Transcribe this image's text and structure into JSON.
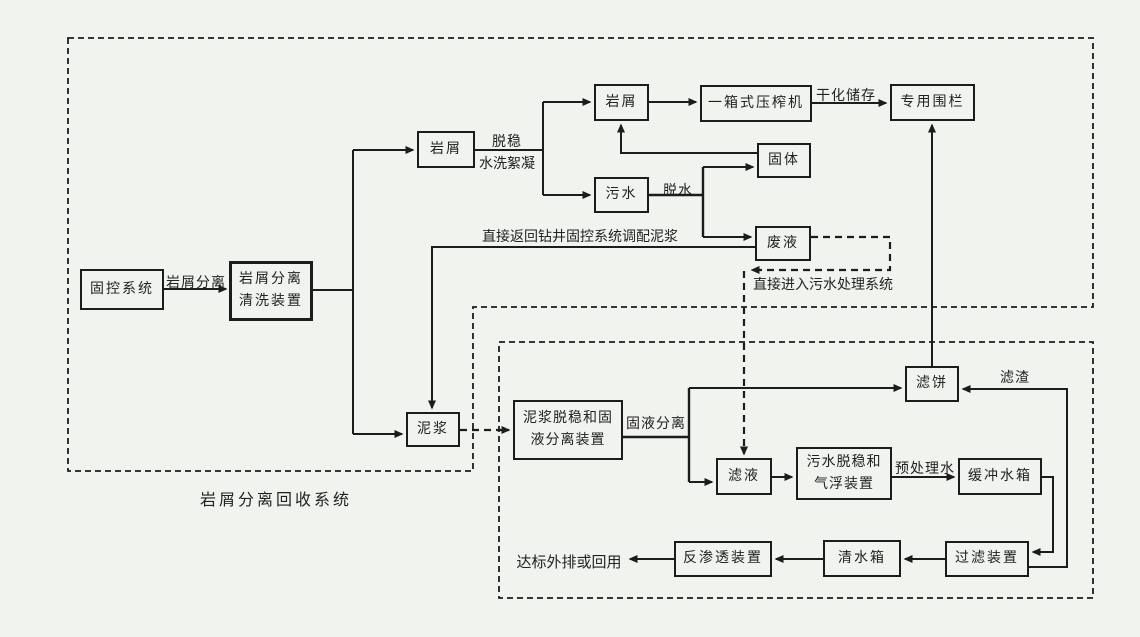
{
  "diagram": {
    "colors": {
      "background": "#f0f3ee",
      "line": "#1c1c1c",
      "text": "#222222"
    },
    "regions": {
      "outer_title": "岩屑分离回收系统"
    },
    "nodes": {
      "solid_control_system": {
        "label": "固控系统"
      },
      "cuttings_washing": {
        "lines": [
          "岩屑分离",
          "清洗装置"
        ]
      },
      "cuttings_1": {
        "label": "岩屑"
      },
      "cuttings_2": {
        "label": "岩屑"
      },
      "box_press": {
        "label": "一箱式压榨机"
      },
      "dedicated_enclosure": {
        "label": "专用围栏"
      },
      "solids": {
        "label": "固体"
      },
      "sewage": {
        "label": "污水"
      },
      "waste_liquid": {
        "label": "废液"
      },
      "mud": {
        "label": "泥浆"
      },
      "mud_destab_separation": {
        "lines": [
          "泥浆脱稳和固",
          "液分离装置"
        ]
      },
      "filtrate": {
        "label": "滤液"
      },
      "sewage_destab_flotation": {
        "lines": [
          "污水脱稳和",
          "气浮装置"
        ]
      },
      "buffer_tank": {
        "label": "缓冲水箱"
      },
      "filter_cake": {
        "label": "滤饼"
      },
      "filter_device": {
        "label": "过滤装置"
      },
      "clear_water_tank": {
        "label": "清水箱"
      },
      "reverse_osmosis": {
        "label": "反渗透装置"
      }
    },
    "edge_labels": {
      "cuttings_separation": "岩屑分离",
      "destabilization": "脱稳",
      "wash_flocculation": "水洗絮凝",
      "drying_storage": "干化储存",
      "dewatering": "脱水",
      "return_mud": "直接返回钻井固控系统调配泥浆",
      "enter_sewage_system": "直接进入污水处理系统",
      "solid_liquid_separation": "固液分离",
      "pretreated_water": "预处理水",
      "filter_residue": "滤渣",
      "discharge_or_reuse": "达标外排或回用"
    }
  }
}
